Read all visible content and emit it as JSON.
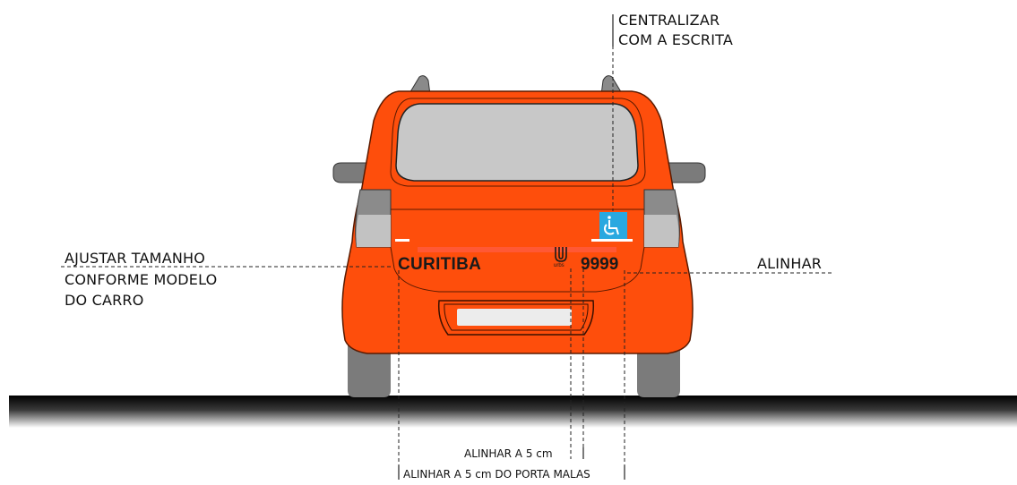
{
  "colors": {
    "car_body": "#fe4e0c",
    "window": "#c8c8c8",
    "access_badge": "#29a8e0",
    "ground": "#000000"
  },
  "annotations": {
    "center": {
      "line1": "CENTRALIZAR",
      "line2": "COM A ESCRITA"
    },
    "adjust": {
      "line1": "AJUSTAR TAMANHO",
      "line2": "CONFORME MODELO",
      "line3": "DO CARRO"
    },
    "align_right": "ALINHAR",
    "align_5cm": "ALINHAR A 5 cm",
    "align_5cm_trunk": "ALINHAR A 5 cm DO PORTA MALAS"
  },
  "car": {
    "city": "CURITIBA",
    "number": "9999",
    "logo_text": "urbs",
    "badge_icon": "wheelchair-icon"
  }
}
